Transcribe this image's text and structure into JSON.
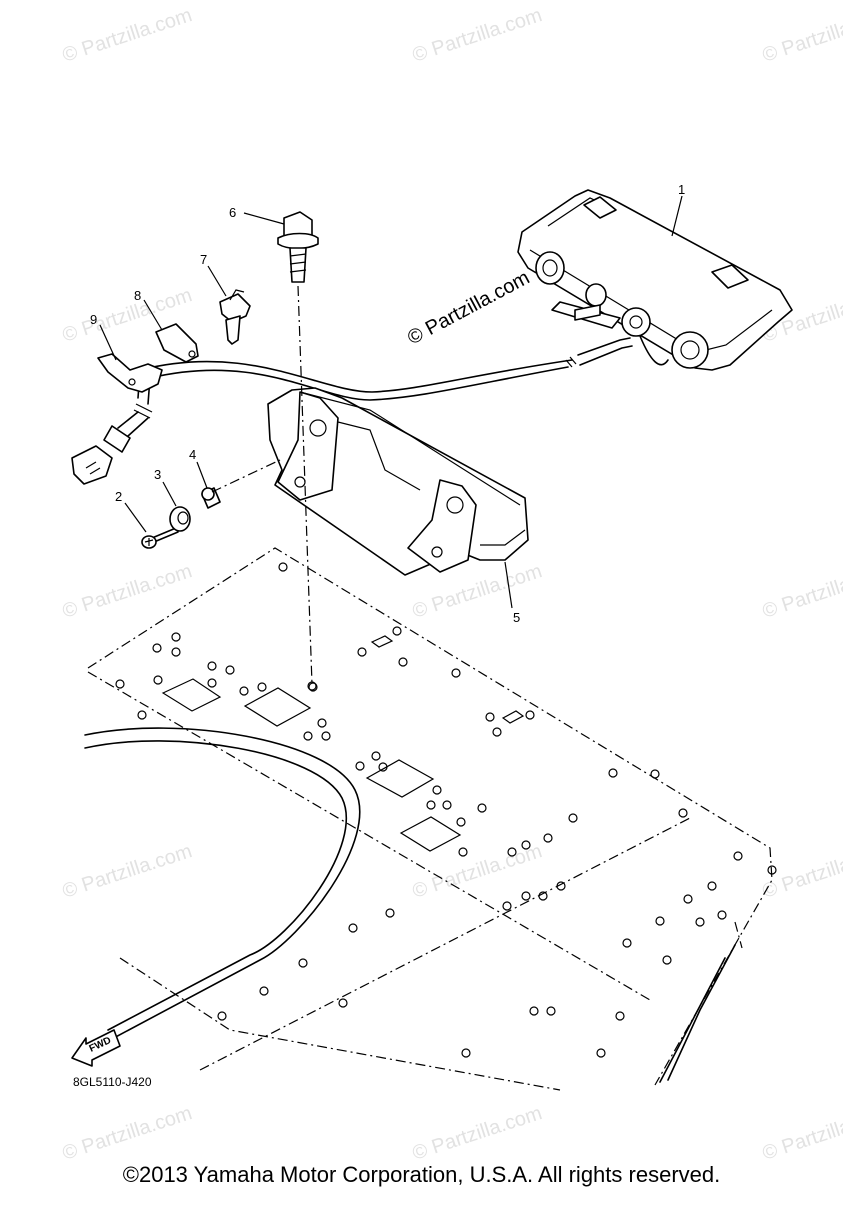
{
  "watermark": {
    "text": "© Partzilla.com"
  },
  "center_watermark": {
    "text": "© Partzilla.com"
  },
  "callouts": [
    "1",
    "2",
    "3",
    "4",
    "5",
    "6",
    "7",
    "8",
    "9"
  ],
  "diagram_code": "8GL5110-J420",
  "fwd_label": "FWD",
  "copyright": "©2013 Yamaha Motor Corporation, U.S.A. All rights reserved."
}
